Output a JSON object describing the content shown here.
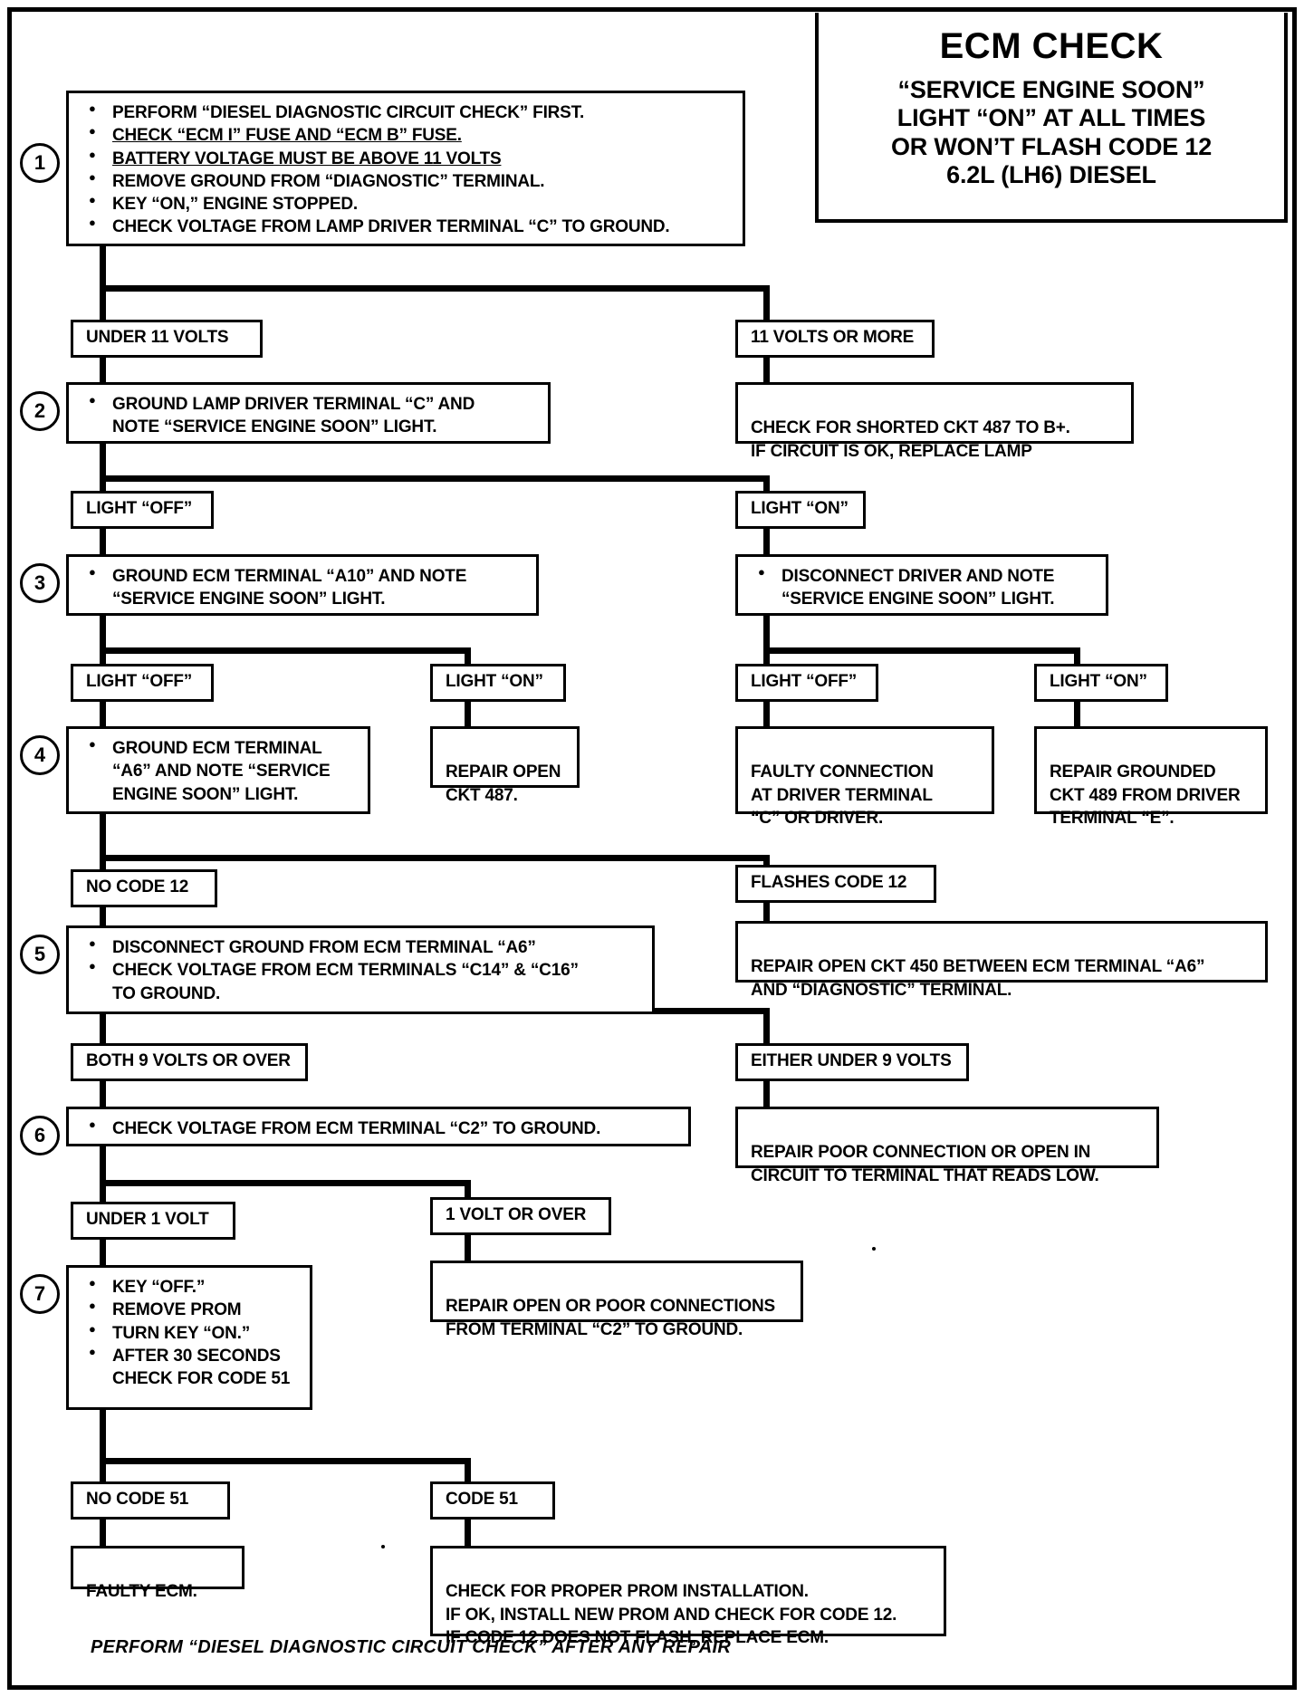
{
  "title": {
    "main": "ECM CHECK",
    "sub": "“SERVICE ENGINE SOON”\nLIGHT “ON” AT ALL TIMES\nOR WON’T FLASH CODE 12\n6.2L  (LH6)  DIESEL"
  },
  "footer": {
    "note": "PERFORM “DIESEL DIAGNOSTIC CIRCUIT CHECK” AFTER ANY REPAIR"
  },
  "steps": {
    "s1": "1",
    "s2": "2",
    "s3": "3",
    "s4": "4",
    "s5": "5",
    "s6": "6",
    "s7": "7"
  },
  "step1": {
    "b1": "PERFORM “DIESEL DIAGNOSTIC CIRCUIT CHECK” FIRST.",
    "b2": "CHECK “ECM I” FUSE AND “ECM B” FUSE.",
    "b3": "BATTERY VOLTAGE MUST BE ABOVE 11 VOLTS",
    "b4": "REMOVE GROUND FROM “DIAGNOSTIC” TERMINAL.",
    "b5": "KEY “ON,” ENGINE STOPPED.",
    "b6": "CHECK VOLTAGE FROM LAMP DRIVER TERMINAL “C” TO GROUND."
  },
  "branch1": {
    "left": "UNDER 11 VOLTS",
    "right": "11 VOLTS OR MORE"
  },
  "step2": {
    "left": "GROUND LAMP DRIVER TERMINAL “C” AND\nNOTE “SERVICE ENGINE SOON” LIGHT.",
    "right": "CHECK  FOR SHORTED CKT 487 TO B+.\nIF CIRCUIT IS OK, REPLACE LAMP"
  },
  "branch2": {
    "left": "LIGHT “OFF”",
    "right": "LIGHT “ON”"
  },
  "step3": {
    "left": "GROUND ECM TERMINAL “A10” AND NOTE\n“SERVICE ENGINE SOON” LIGHT.",
    "right": "DISCONNECT DRIVER AND NOTE\n“SERVICE ENGINE SOON” LIGHT."
  },
  "branch3": {
    "l1": "LIGHT “OFF”",
    "l2": "LIGHT “ON”",
    "r1": "LIGHT “OFF”",
    "r2": "LIGHT “ON”"
  },
  "step4": {
    "left": "GROUND  ECM TERMINAL\n“A6” AND NOTE “SERVICE\nENGINE SOON” LIGHT.",
    "left_result": "REPAIR OPEN\nCKT 487.",
    "right_result1": "FAULTY CONNECTION\nAT DRIVER TERMINAL\n“C” OR DRIVER.",
    "right_result2": "REPAIR GROUNDED\nCKT 489 FROM DRIVER\nTERMINAL “E”."
  },
  "branch4": {
    "left": "NO CODE 12",
    "right": "FLASHES CODE 12"
  },
  "step5": {
    "b1": "DISCONNECT GROUND FROM ECM TERMINAL “A6”",
    "b2": "CHECK VOLTAGE FROM ECM TERMINALS “C14” & “C16”\nTO GROUND.",
    "right": "REPAIR OPEN CKT 450 BETWEEN ECM TERMINAL “A6”\nAND “DIAGNOSTIC” TERMINAL."
  },
  "branch5": {
    "left": "BOTH 9 VOLTS OR OVER",
    "right": "EITHER UNDER 9 VOLTS"
  },
  "step6": {
    "left": "CHECK VOLTAGE FROM ECM TERMINAL “C2” TO GROUND.",
    "right": "REPAIR POOR CONNECTION OR OPEN IN\nCIRCUIT TO TERMINAL THAT READS LOW."
  },
  "branch6": {
    "left": "UNDER 1 VOLT",
    "right": "1 VOLT OR OVER"
  },
  "step7": {
    "b1": "KEY “OFF.”",
    "b2": "REMOVE PROM",
    "b3": "TURN KEY “ON.”",
    "b4": "AFTER 30 SECONDS\nCHECK FOR CODE 51",
    "right": "REPAIR OPEN OR POOR CONNECTIONS\nFROM TERMINAL “C2” TO GROUND."
  },
  "branch7": {
    "left": "NO CODE 51",
    "right": "CODE 51"
  },
  "final": {
    "left": "FAULTY ECM.",
    "right": "CHECK FOR PROPER PROM INSTALLATION.\nIF OK, INSTALL NEW PROM AND CHECK FOR CODE 12.\nIF CODE 12 DOES NOT FLASH, REPLACE ECM."
  },
  "colors": {
    "ink": "#000000",
    "paper": "#ffffff"
  }
}
